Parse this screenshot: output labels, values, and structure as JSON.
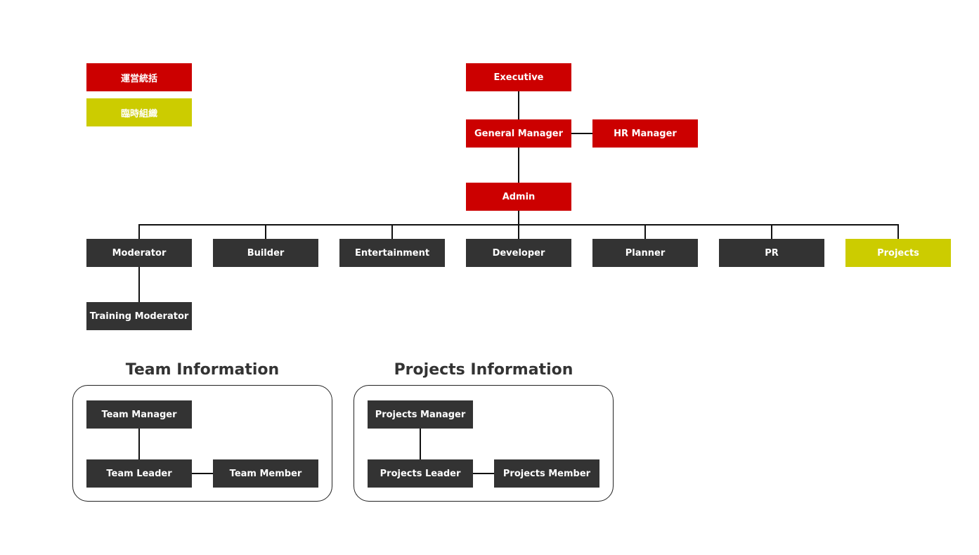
{
  "legend": {
    "operations": "運営統括",
    "temporary": "臨時組織"
  },
  "colors": {
    "operations_red": "#cc0000",
    "temporary_olive": "#cccc00",
    "regular_dark": "#333333"
  },
  "org": {
    "executive": "Executive",
    "general_manager": "General Manager",
    "hr_manager": "HR Manager",
    "admin": "Admin",
    "moderator": "Moderator",
    "builder": "Builder",
    "entertainment": "Entertainment",
    "developer": "Developer",
    "planner": "Planner",
    "pr": "PR",
    "projects": "Projects",
    "training_moderator": "Training Moderator"
  },
  "team_info": {
    "title": "Team Information",
    "manager": "Team Manager",
    "leader": "Team Leader",
    "member": "Team Member"
  },
  "projects_info": {
    "title": "Projects Information",
    "manager": "Projects Manager",
    "leader": "Projects Leader",
    "member": "Projects Member"
  }
}
